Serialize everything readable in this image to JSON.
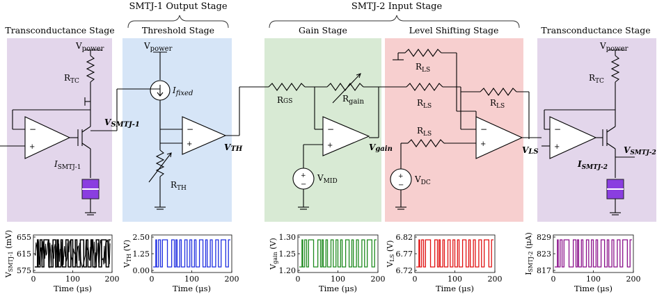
{
  "groups": {
    "smtj1_output": "SMTJ-1 Output Stage",
    "smtj2_input": "SMTJ-2 Input Stage"
  },
  "stages": {
    "trans1": "Transconductance Stage",
    "threshold": "Threshold Stage",
    "gain": "Gain Stage",
    "level": "Level Shifting Stage",
    "trans2": "Transconductance Stage"
  },
  "colors": {
    "trans": "#e3d6eb",
    "threshold": "#d6e5f7",
    "gain": "#d8ead4",
    "level": "#f7cfcf",
    "mtj": "#8a3ee0",
    "trace1": "#000000",
    "trace2": "#1e2ee0",
    "trace3": "#1e8a1e",
    "trace4": "#e01010",
    "trace5": "#8a0f8a"
  },
  "labels": {
    "vpower": "V",
    "vpower_sub": "power",
    "rtc": "R",
    "rtc_sub": "TC",
    "vsmtj1": "V",
    "vsmtj1_sub": "SMTJ-1",
    "ismtj1": "I",
    "ismtj1_sub": "SMTJ-1",
    "ifixed": "I",
    "ifixed_sub": "fixed",
    "rth": "R",
    "rth_sub": "TH",
    "vth": "V",
    "vth_sub": "TH",
    "rgs": "R",
    "rgs_sub": "GS",
    "rgain": "R",
    "rgain_sub": "gain",
    "vmid": "V",
    "vmid_sub": "MID",
    "vgain": "V",
    "vgain_sub": "gain",
    "rls": "R",
    "rls_sub": "LS",
    "vdc": "V",
    "vdc_sub": "DC",
    "vls": "V",
    "vls_sub": "LS",
    "vsmtj2": "V",
    "vsmtj2_sub": "SMTJ-2",
    "ismtj2": "I",
    "ismtj2_sub": "SMTJ-2",
    "minus": "−",
    "plus": "+"
  },
  "plots": [
    {
      "ylabel": "V",
      "ylabel_sub": "SMTJ-1",
      "ylabel_unit": " (mV)",
      "yticks": [
        "655",
        "615",
        "575"
      ],
      "xticks": [
        "0",
        "100",
        "200"
      ],
      "xlabel": "Time (μs)",
      "color": "#000000"
    },
    {
      "ylabel": "V",
      "ylabel_sub": "TH",
      "ylabel_unit": " (V)",
      "yticks": [
        "2.50",
        "1.25",
        "0.00"
      ],
      "xticks": [
        "0",
        "100",
        "200"
      ],
      "xlabel": "Time (μs)",
      "color": "#1e2ee0"
    },
    {
      "ylabel": "V",
      "ylabel_sub": "gain",
      "ylabel_unit": " (V)",
      "yticks": [
        "1.30",
        "1.25",
        "1.20"
      ],
      "xticks": [
        "0",
        "100",
        "200"
      ],
      "xlabel": "Time (μs)",
      "color": "#1e8a1e"
    },
    {
      "ylabel": "V",
      "ylabel_sub": "LS",
      "ylabel_unit": " (V)",
      "yticks": [
        "6.82",
        "6.77",
        "6.72"
      ],
      "xticks": [
        "0",
        "100",
        "200"
      ],
      "xlabel": "Time (μs)",
      "color": "#e01010"
    },
    {
      "ylabel": "I",
      "ylabel_sub": "SMTJ-2",
      "ylabel_unit": " (μA)",
      "yticks": [
        "829",
        "823",
        "817"
      ],
      "xticks": [
        "0",
        "100",
        "200"
      ],
      "xlabel": "Time (μs)",
      "color": "#8a0f8a"
    }
  ],
  "telegraph": {
    "x": [
      0,
      7,
      9,
      14,
      19,
      24,
      37,
      48,
      55,
      59,
      62,
      69,
      73,
      82,
      88,
      95,
      100,
      107,
      111,
      120,
      129,
      136,
      140,
      148,
      153,
      162,
      169,
      176,
      188,
      195,
      200
    ],
    "state": [
      0,
      1,
      0,
      1,
      0,
      1,
      0,
      1,
      0,
      1,
      0,
      1,
      0,
      1,
      0,
      1,
      0,
      1,
      0,
      1,
      0,
      1,
      0,
      1,
      0,
      1,
      0,
      1,
      0,
      1,
      0
    ]
  }
}
